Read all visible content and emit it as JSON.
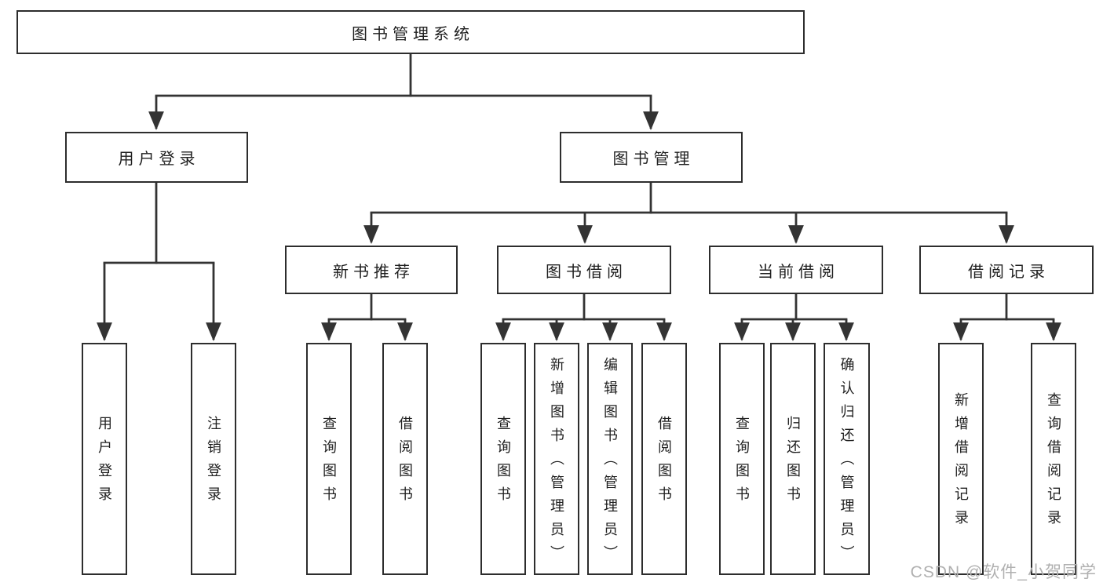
{
  "title": "图书管理系统",
  "watermark": "CSDN @软件_小贺同学",
  "colors": {
    "line": "#333333",
    "box_border": "#2d2d2d",
    "box_fill": "#ffffff",
    "text": "#1f1f1f",
    "watermark": "#b0b0b0"
  },
  "tree": {
    "root": {
      "label": "图书管理系统"
    },
    "branches": [
      {
        "label": "用户登录",
        "children": [
          {
            "label": "用户登录"
          },
          {
            "label": "注销登录"
          }
        ]
      },
      {
        "label": "图书管理",
        "sections": [
          {
            "label": "新书推荐",
            "children": [
              {
                "label": "查询图书"
              },
              {
                "label": "借阅图书"
              }
            ]
          },
          {
            "label": "图书借阅",
            "children": [
              {
                "label": "查询图书"
              },
              {
                "label": "新增图书（管理员）"
              },
              {
                "label": "编辑图书（管理员）"
              },
              {
                "label": "借阅图书"
              }
            ]
          },
          {
            "label": "当前借阅",
            "children": [
              {
                "label": "查询图书"
              },
              {
                "label": "归还图书"
              },
              {
                "label": "确认归还（管理员）"
              }
            ]
          },
          {
            "label": "借阅记录",
            "children": [
              {
                "label": "新增借阅记录"
              },
              {
                "label": "查询借阅记录"
              }
            ]
          }
        ]
      }
    ]
  }
}
